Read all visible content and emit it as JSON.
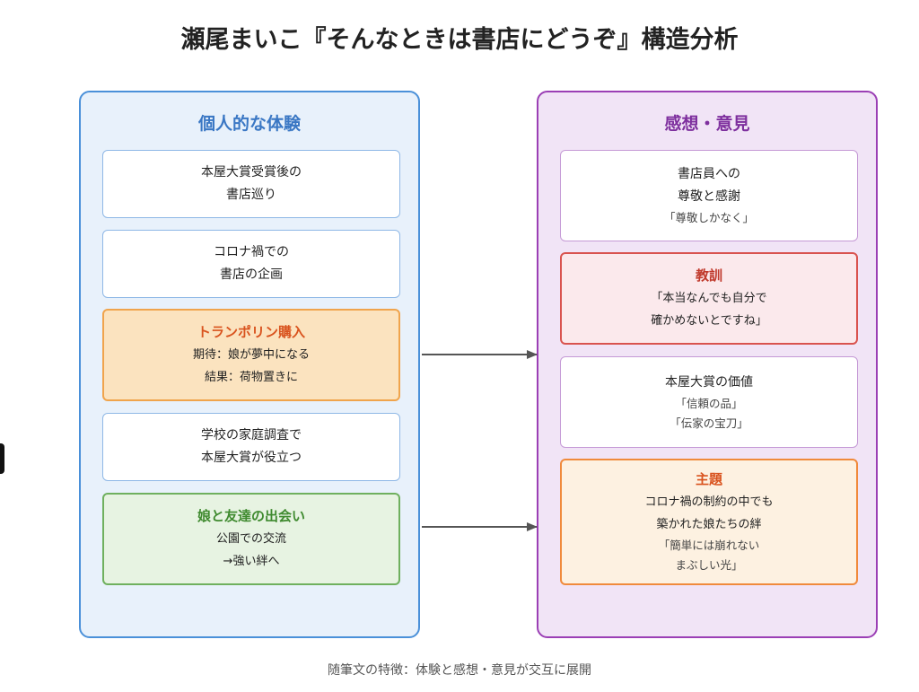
{
  "title": "瀬尾まいこ『そんなときは書店にどうぞ』構造分析",
  "left_panel": {
    "heading": "個人的な体験",
    "cards": [
      {
        "lines": [
          "本屋大賞受賞後の",
          "書店巡り"
        ]
      },
      {
        "lines": [
          "コロナ禍での",
          "書店の企画"
        ]
      },
      {
        "heading": "トランポリン購入",
        "lines": [
          "期待：娘が夢中になる",
          "結果：荷物置きに"
        ]
      },
      {
        "lines": [
          "学校の家庭調査で",
          "本屋大賞が役立つ"
        ]
      },
      {
        "heading": "娘と友達の出会い",
        "lines": [
          "公園での交流",
          "→強い絆へ"
        ]
      }
    ]
  },
  "right_panel": {
    "heading": "感想・意見",
    "cards": [
      {
        "lines": [
          "書店員への",
          "尊敬と感謝"
        ],
        "quotes": [
          "「尊敬しかなく」"
        ]
      },
      {
        "heading": "教訓",
        "lines": [
          "「本当なんでも自分で",
          "確かめないとですね」"
        ]
      },
      {
        "lines": [
          "本屋大賞の価値"
        ],
        "quotes": [
          "「信頼の品」",
          "「伝家の宝刀」"
        ]
      },
      {
        "heading": "主題",
        "lines": [
          "コロナ禍の制約の中でも",
          "築かれた娘たちの絆"
        ],
        "quotes": [
          "「簡単には崩れない",
          "まぶしい光」"
        ]
      }
    ]
  },
  "footer": "随筆文の特徴：体験と感想・意見が交互に展開",
  "colors": {
    "left_border": "#4a90d9",
    "right_border": "#9b3fb5",
    "arrow": "#555555"
  }
}
